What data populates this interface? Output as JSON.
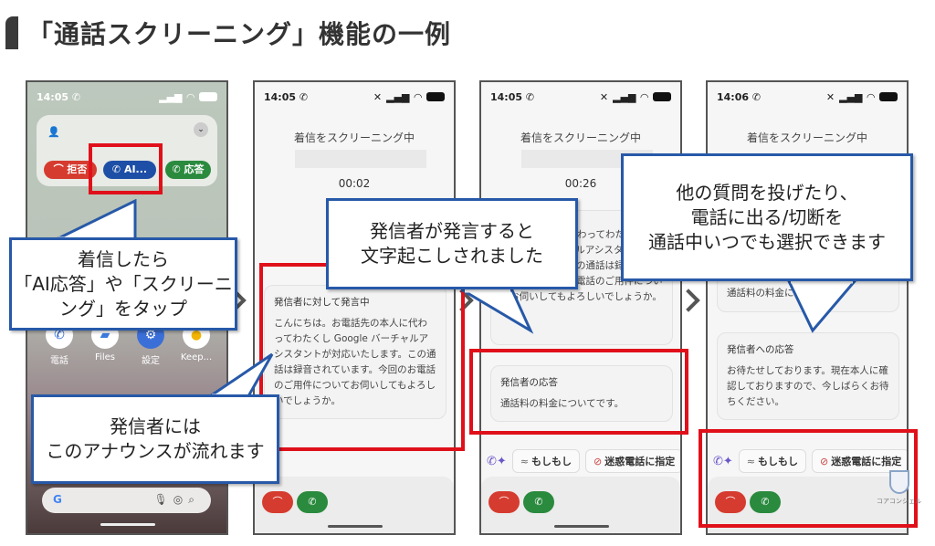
{
  "title": "「通話スクリーニング」機能の一例",
  "phones": [
    {
      "time": "14:05",
      "notification": {
        "reject_label": "拒否",
        "ai_label": "AI...",
        "accept_label": "応答"
      },
      "apps": [
        {
          "label": "電話",
          "icon": "phone-icon"
        },
        {
          "label": "Files",
          "icon": "files-icon"
        },
        {
          "label": "設定",
          "icon": "settings-gear-icon"
        },
        {
          "label": "Keep...",
          "icon": "keep-bulb-icon"
        }
      ],
      "search_logo": "G"
    },
    {
      "time": "14:05",
      "screen_title": "着信をスクリーニング中",
      "timer": "00:02",
      "card": {
        "heading": "発信者に対して発言中",
        "body": "こんにちは。お電話先の本人に代わってわたくし Google バーチャルアシスタントが対応いたします。この通話は録音されています。今回のお電話のご用件についてお伺いしてもよろしいでしょうか。"
      }
    },
    {
      "time": "14:05",
      "screen_title": "着信をスクリーニング中",
      "timer": "00:26",
      "card_prev": {
        "body": "電話先の本人に代わってわたくし Google バーチャルアシスタントが対応いたします。この通話は録音されています。今回のお電話のご用件についてお伺いしてもよろしいでしょうか。"
      },
      "card": {
        "heading": "発信者の応答",
        "body": "通話料の料金についてです。"
      },
      "chips": [
        "もしもし",
        "迷惑電話に指定"
      ]
    },
    {
      "time": "14:06",
      "screen_title": "着信をスクリーニング中",
      "card_prev": {
        "body": "通話料の料金についてです。"
      },
      "card": {
        "heading": "発信者への応答",
        "body": "お待たせしております。現在本人に確認しておりますので、今しばらくお待ちください。"
      },
      "chips": [
        "もしもし",
        "迷惑電話に指定"
      ]
    }
  ],
  "callouts": {
    "tap": [
      "着信したら",
      "「AI応答」や「スクリーニ",
      "ング」をタップ"
    ],
    "announce": [
      "発信者には",
      "このアナウンスが流れます"
    ],
    "transcribe": [
      "発信者が発言すると",
      "文字起こしされました"
    ],
    "options": [
      "他の質問を投げたり、",
      "電話に出る/切断を",
      "通話中いつでも選択できます"
    ]
  },
  "watermark": "コアコンシェル",
  "colors": {
    "highlight_red": "#e0101a",
    "callout_blue": "#2759a8",
    "reject_red": "#d63b2f",
    "ai_blue": "#1e4fa7",
    "accept_green": "#2a8a3e"
  }
}
